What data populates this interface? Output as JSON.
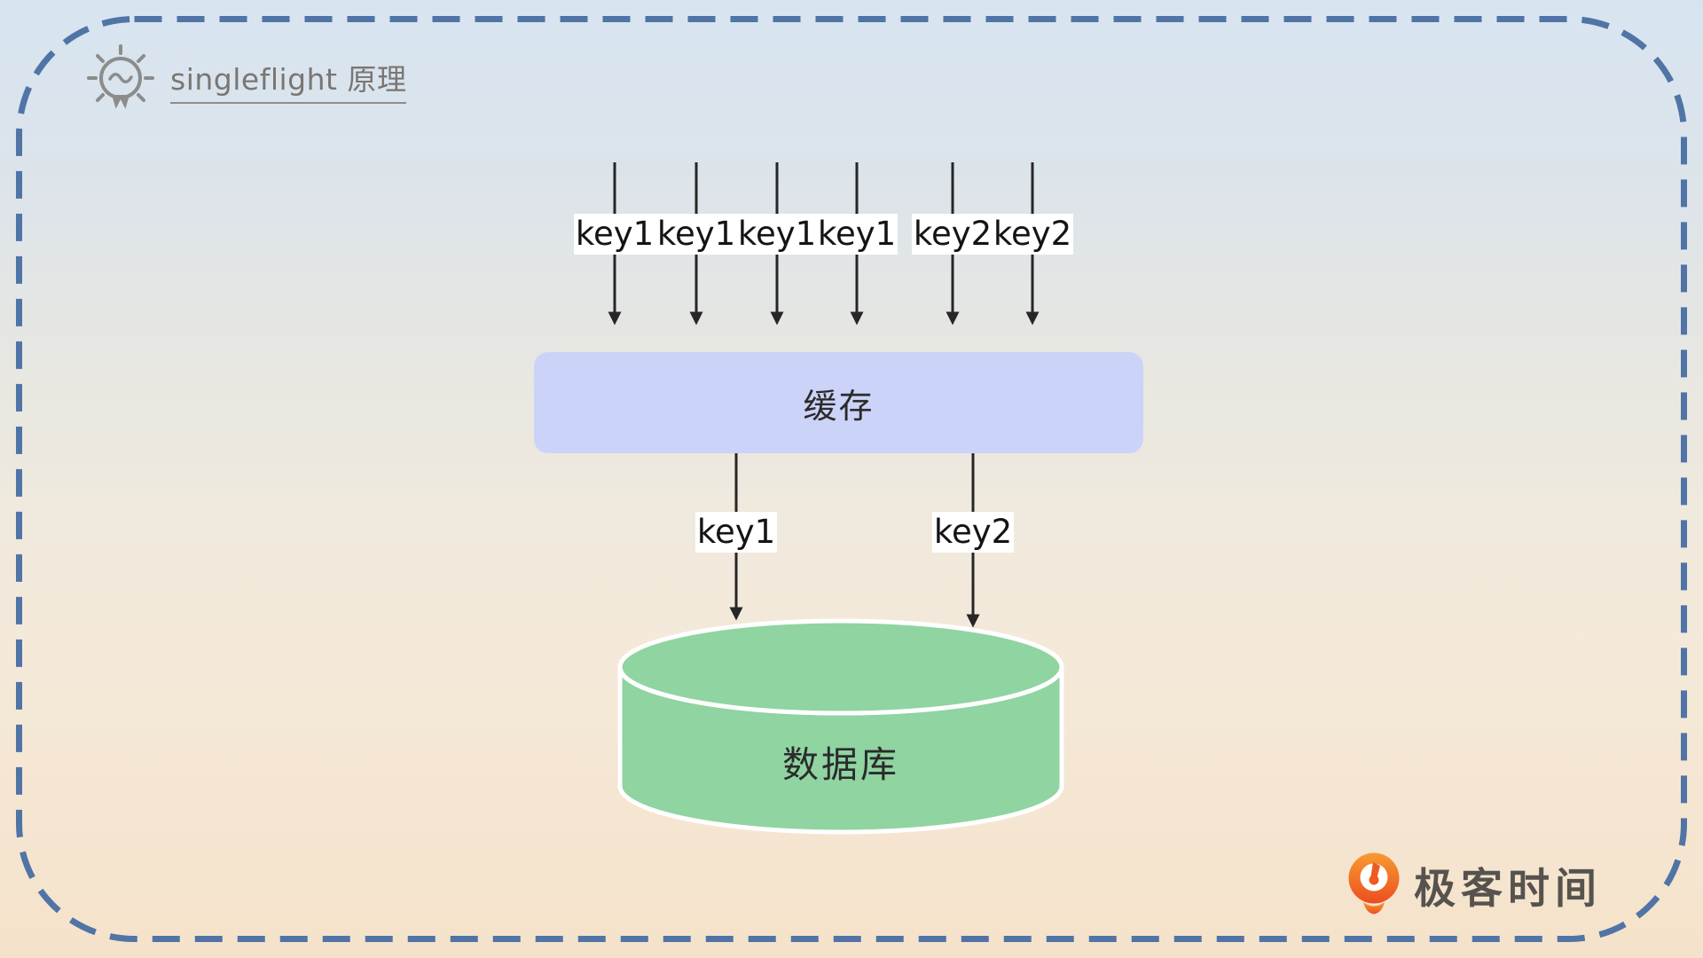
{
  "header": {
    "title": "singleflight 原理"
  },
  "diagram": {
    "incoming_request_labels": [
      "key1",
      "key1",
      "key1",
      "key1",
      "key2",
      "key2"
    ],
    "cache_label": "缓存",
    "db_request_labels": [
      "key1",
      "key2"
    ],
    "database_label": "数据库"
  },
  "branding": {
    "name": "极客时间"
  },
  "colors": {
    "border_dash": "#5074a6",
    "cache_fill": "#ccd3f8",
    "database_fill": "#8fd4a1",
    "logo_orange": "#ee5a22",
    "arrow": "#262626",
    "title_gray": "#7a7672"
  }
}
